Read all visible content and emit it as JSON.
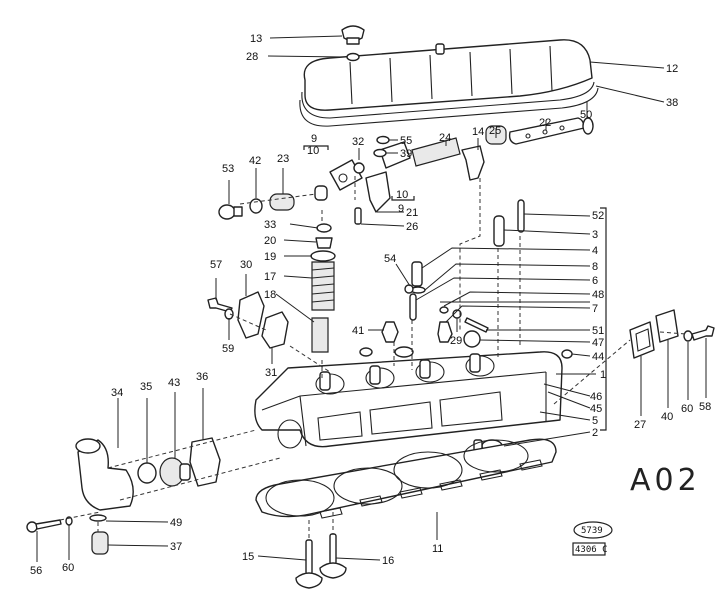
{
  "diagram": {
    "title_code": "A02",
    "stamp_oval": "5739",
    "stamp_box": "4306 C",
    "callouts": {
      "p13": "13",
      "p28": "28",
      "p12": "12",
      "p38": "38",
      "p50": "50",
      "p22": "22",
      "p25": "25",
      "p14": "14",
      "p24": "24",
      "p32": "32",
      "p55": "55",
      "p39": "39",
      "p9a": "9",
      "p10a": "10",
      "p10b": "10",
      "p9b": "9",
      "p21": "21",
      "p26": "26",
      "p53": "53",
      "p42": "42",
      "p23": "23",
      "p33": "33",
      "p20": "20",
      "p19": "19",
      "p17": "17",
      "p18": "18",
      "p57": "57",
      "p30": "30",
      "p59": "59",
      "p31": "31",
      "p52": "52",
      "p3": "3",
      "p4": "4",
      "p8": "8",
      "p6": "6",
      "p48": "48",
      "p7": "7",
      "p51": "51",
      "p47": "47",
      "p44": "44",
      "p1": "1",
      "p46": "46",
      "p45": "45",
      "p5": "5",
      "p2": "2",
      "p54": "54",
      "p41": "41",
      "p29": "29",
      "p27": "27",
      "p40": "40",
      "p60a": "60",
      "p58": "58",
      "p34": "34",
      "p35": "35",
      "p43": "43",
      "p36": "36",
      "p49": "49",
      "p37": "37",
      "p56": "56",
      "p60b": "60",
      "p15": "15",
      "p16": "16",
      "p11": "11"
    }
  }
}
